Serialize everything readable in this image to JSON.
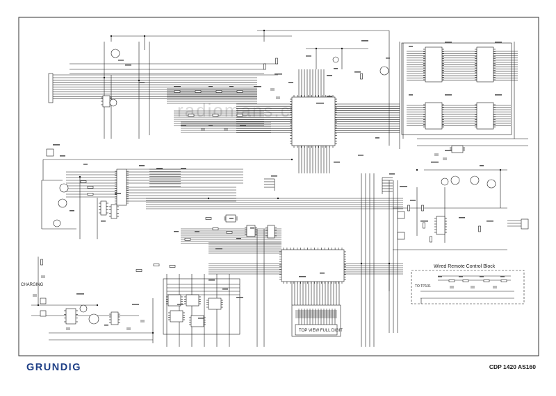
{
  "footer": {
    "brand": "GRUNDIG",
    "model": "CDP 1420 AS160"
  },
  "labels": {
    "wired_remote_block": "Wired Remote Control Block",
    "to_tp101": "TO TP101",
    "charging": "CHARGING",
    "top_view": "TOP VIEW FULL DIGIT",
    "watermark": "radiomans.com"
  },
  "colors": {
    "line": "#1a1a1a",
    "frame": "#333333",
    "watermark": "#c8c8c8",
    "brand": "#1e3f86"
  }
}
